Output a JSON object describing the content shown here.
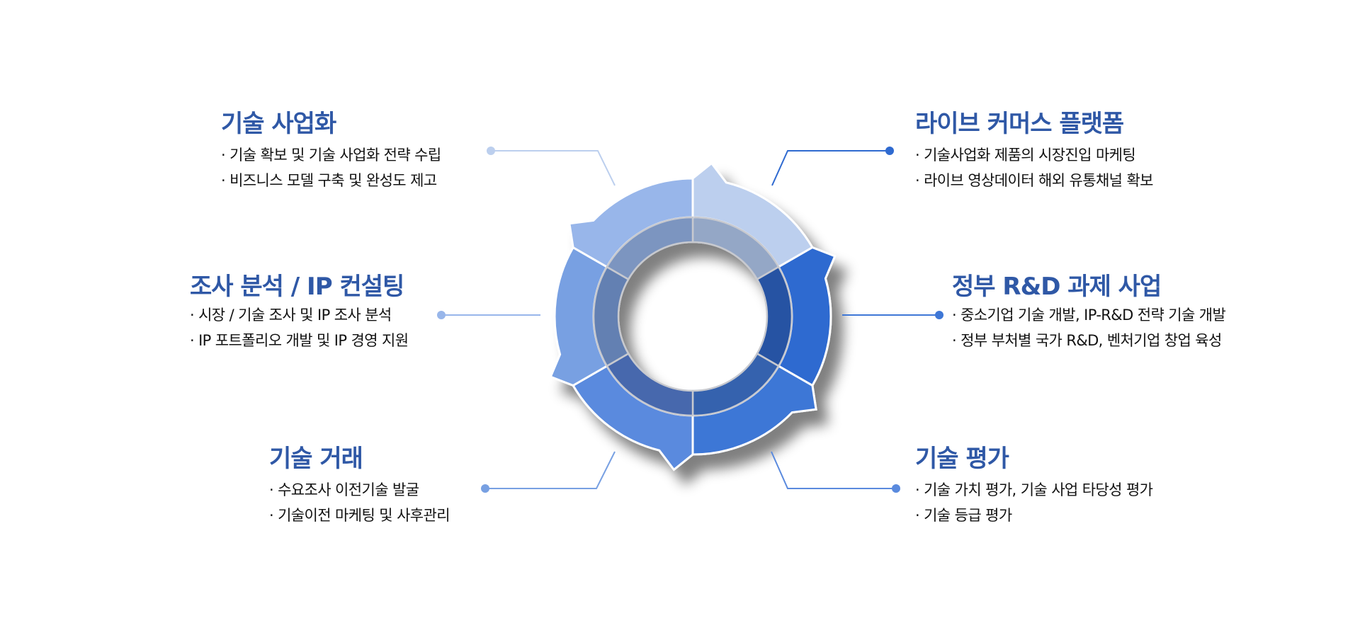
{
  "sections": [
    {
      "title": "기술 사업화",
      "bullets": [
        "기술 확보 및 기술 사업화 전략 수립",
        "비즈니스 모델 구축 및 완성도 제고"
      ],
      "color": "#bccfee",
      "inner_color": "#94a7c6"
    },
    {
      "title": "라이브 커머스 플랫폼",
      "bullets": [
        "기술사업화 제품의 시장진입 마케팅",
        "라이브 영상데이터 해외 유통채널 확보"
      ],
      "color": "#2f6ad0",
      "inner_color": "#2553a3"
    },
    {
      "title": "정부 R&D 과제 사업",
      "bullets": [
        "중소기업 기술 개발, IP-R&D 전략 기술 개발",
        "정부 부처별 국가 R&D, 벤처기업 창업 육성"
      ],
      "color": "#3e77d6",
      "inner_color": "#3562ae"
    },
    {
      "title": "기술 평가",
      "bullets": [
        "기술 가치 평가, 기술 사업 타당성 평가",
        "기술 등급 평가"
      ],
      "color": "#5a8ade",
      "inner_color": "#4768ad"
    },
    {
      "title": "기술 거래",
      "bullets": [
        "수요조사 이전기술 발굴",
        "기술이전 마케팅 및 사후관리"
      ],
      "color": "#78a0e2",
      "inner_color": "#6380b2"
    },
    {
      "title": "조사 분석 / IP 컨설팅",
      "bullets": [
        "시장 / 기술 조사 및 IP 조사 분석",
        "IP 포트폴리오 개발 및 IP 경영 지원"
      ],
      "color": "#98b6ea",
      "inner_color": "#7c95c0"
    }
  ]
}
